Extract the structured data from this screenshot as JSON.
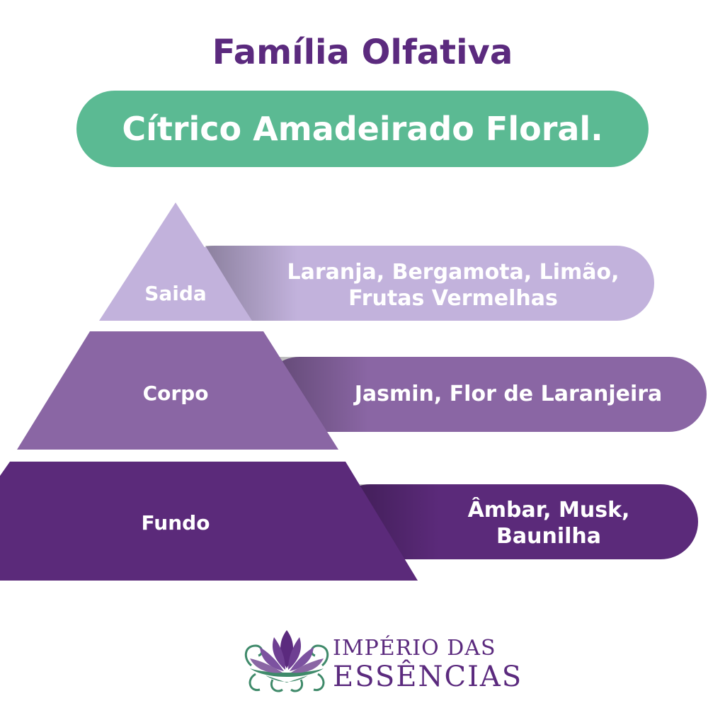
{
  "title": "Família Olfativa",
  "family": "Cítrico Amadeirado Floral.",
  "colors": {
    "title": "#5b2a7e",
    "family_pill": "#5bba93",
    "top_tier": "#c2b2dc",
    "middle_tier": "#8a66a4",
    "base_tier": "#5b2a7a"
  },
  "pyramid": {
    "top": {
      "label": "Saida",
      "notes": [
        "Laranja, Bergamota, Limão,",
        "Frutas Vermelhas"
      ]
    },
    "middle": {
      "label": "Corpo",
      "notes": [
        "Jasmin, Flor de Laranjeira"
      ]
    },
    "base": {
      "label": "Fundo",
      "notes": [
        "Âmbar, Musk,",
        "Baunilha"
      ]
    }
  },
  "brand": {
    "line1": "IMPÉRIO DAS",
    "line2": "ESSÊNCIAS",
    "icon": "lotus-icon"
  }
}
